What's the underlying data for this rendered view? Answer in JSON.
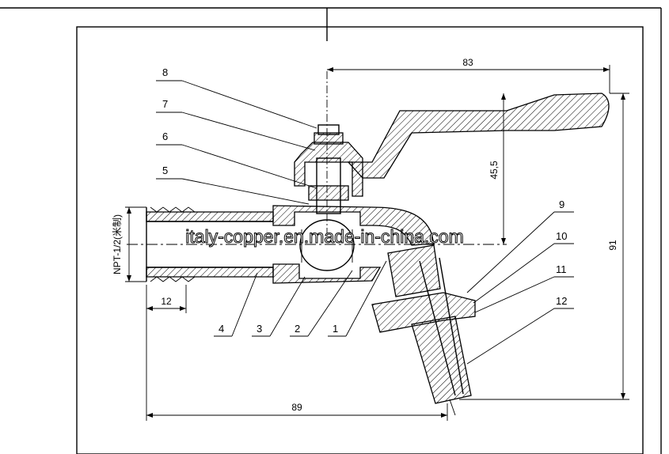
{
  "drawing": {
    "watermark": "italy-copper.en.made-in-china.com",
    "thread_label": "NPT-1/2(米制)",
    "part_numbers": [
      "1",
      "2",
      "3",
      "4",
      "5",
      "6",
      "7",
      "8",
      "9",
      "10",
      "11",
      "12"
    ],
    "dimensions": {
      "handle_reach": "83",
      "stem_height": "45,5",
      "overall_height": "91",
      "overall_length": "89",
      "thread_length": "12"
    }
  }
}
